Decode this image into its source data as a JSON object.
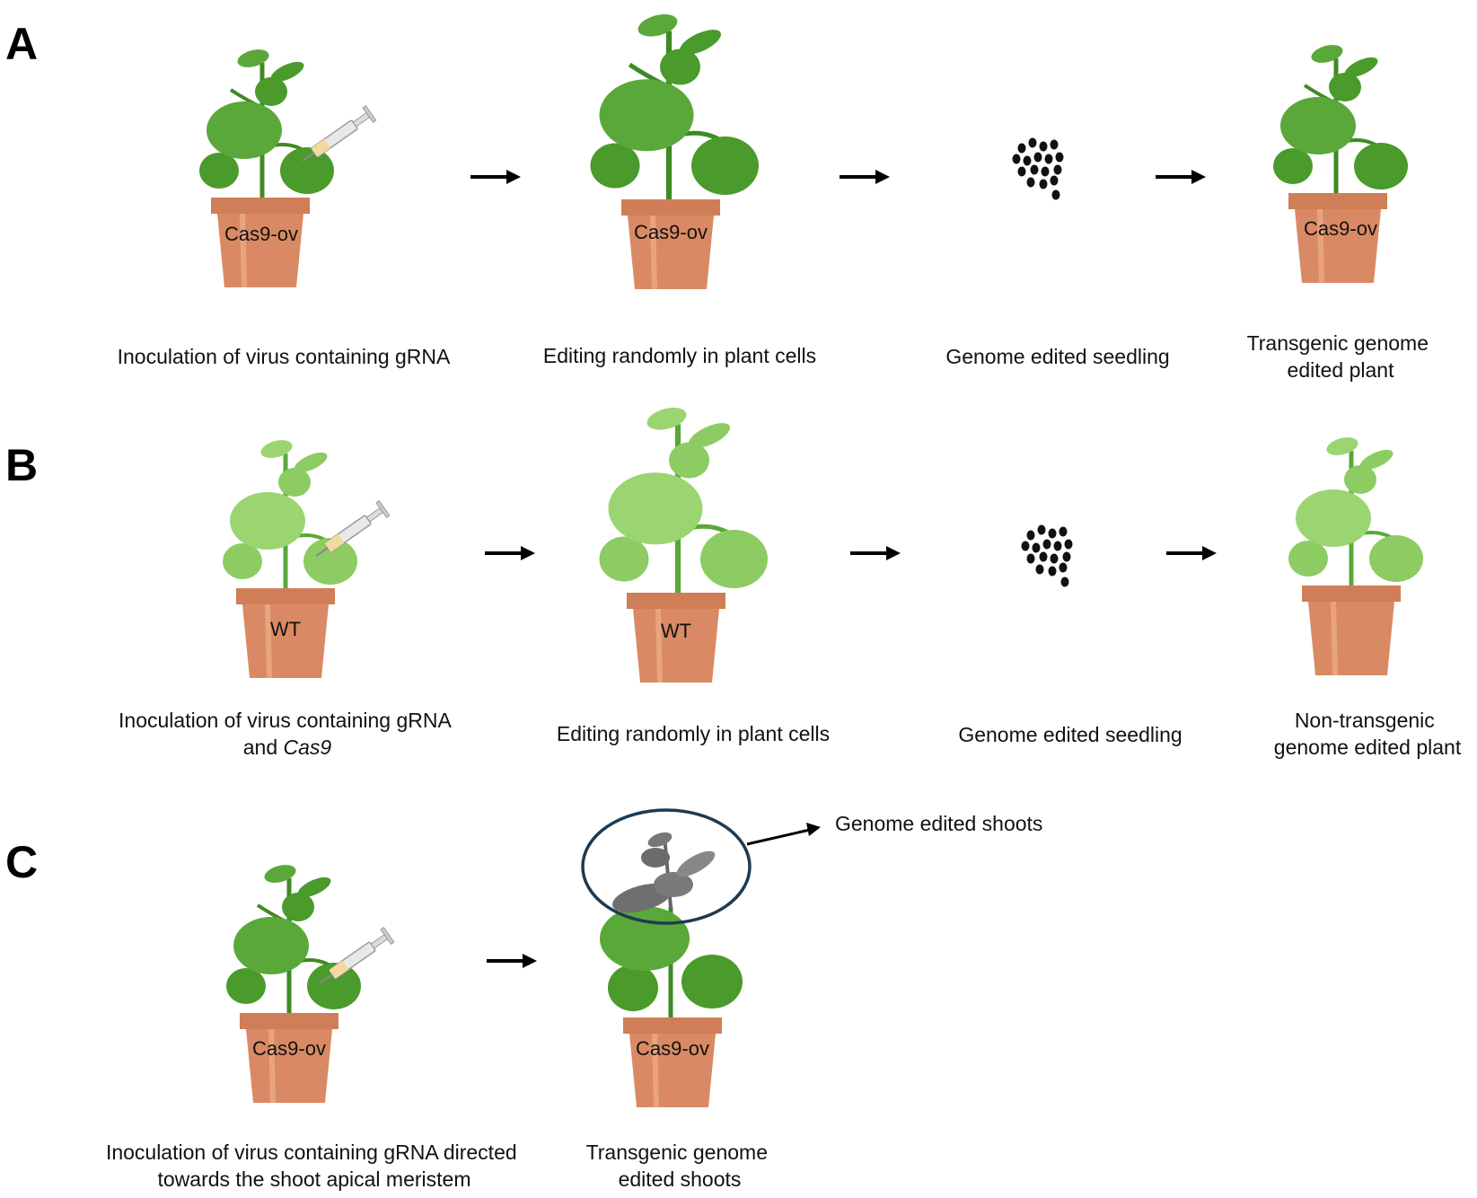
{
  "panels": {
    "A": {
      "letter": "A",
      "pot_labels": [
        "Cas9-ov",
        "Cas9-ov",
        "Cas9-ov"
      ],
      "captions": [
        [
          "Inoculation of virus containing gRNA"
        ],
        [
          "Editing randomly in plant cells"
        ],
        [
          "Genome edited seedling"
        ],
        [
          "Transgenic genome",
          "edited plant"
        ]
      ]
    },
    "B": {
      "letter": "B",
      "pot_labels": [
        "WT",
        "WT"
      ],
      "caption1_line1": "Inoculation of virus containing gRNA",
      "caption1_line2_prefix": "and ",
      "caption1_line2_italic": "Cas9",
      "captions": [
        [
          "Editing randomly in plant cells"
        ],
        [
          "Genome edited seedling"
        ],
        [
          "Non-transgenic",
          "genome edited plant"
        ]
      ]
    },
    "C": {
      "letter": "C",
      "pot_labels": [
        "Cas9-ov",
        "Cas9-ov"
      ],
      "callout": "Genome edited shoots",
      "captions": [
        [
          "Inoculation of virus containing gRNA directed",
          "towards the shoot apical meristem"
        ],
        [
          "Transgenic genome",
          "edited shoots"
        ]
      ]
    }
  },
  "colors": {
    "leaf_dark": "#4a9a2c",
    "leaf_light": "#8ccc62",
    "leaf_grey": "#777777",
    "pot": "#d98a64",
    "pot_rim": "#cf7e58",
    "circle_stroke": "#1d3b52"
  },
  "icons": [
    "plant-icon",
    "pot-icon",
    "syringe-icon",
    "seeds-icon",
    "arrow-icon"
  ]
}
